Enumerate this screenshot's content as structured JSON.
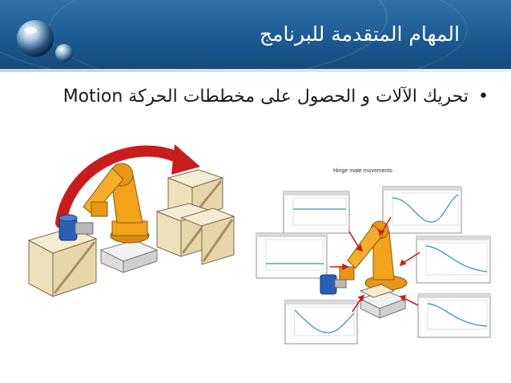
{
  "slide": {
    "title": "المهام المتقدمة للبرنامج",
    "bullet_text": "تحريك الآلات و الحصول على مخططات الحركة Motion",
    "bullet_symbol": "•"
  },
  "figure": {
    "caption": "Hinge mate movements"
  },
  "colors": {
    "title_bar": "#1d5a92",
    "title_text": "#ffffff",
    "arrow_red": "#c81d1d",
    "robot_orange": "#f2a21b",
    "crate": "#f2e3c0",
    "plot_line": "#2f8fb0"
  },
  "icons": [
    "chrome-sphere-logo",
    "red-curved-arrow-icon",
    "red-pointer-arrow-icon"
  ]
}
